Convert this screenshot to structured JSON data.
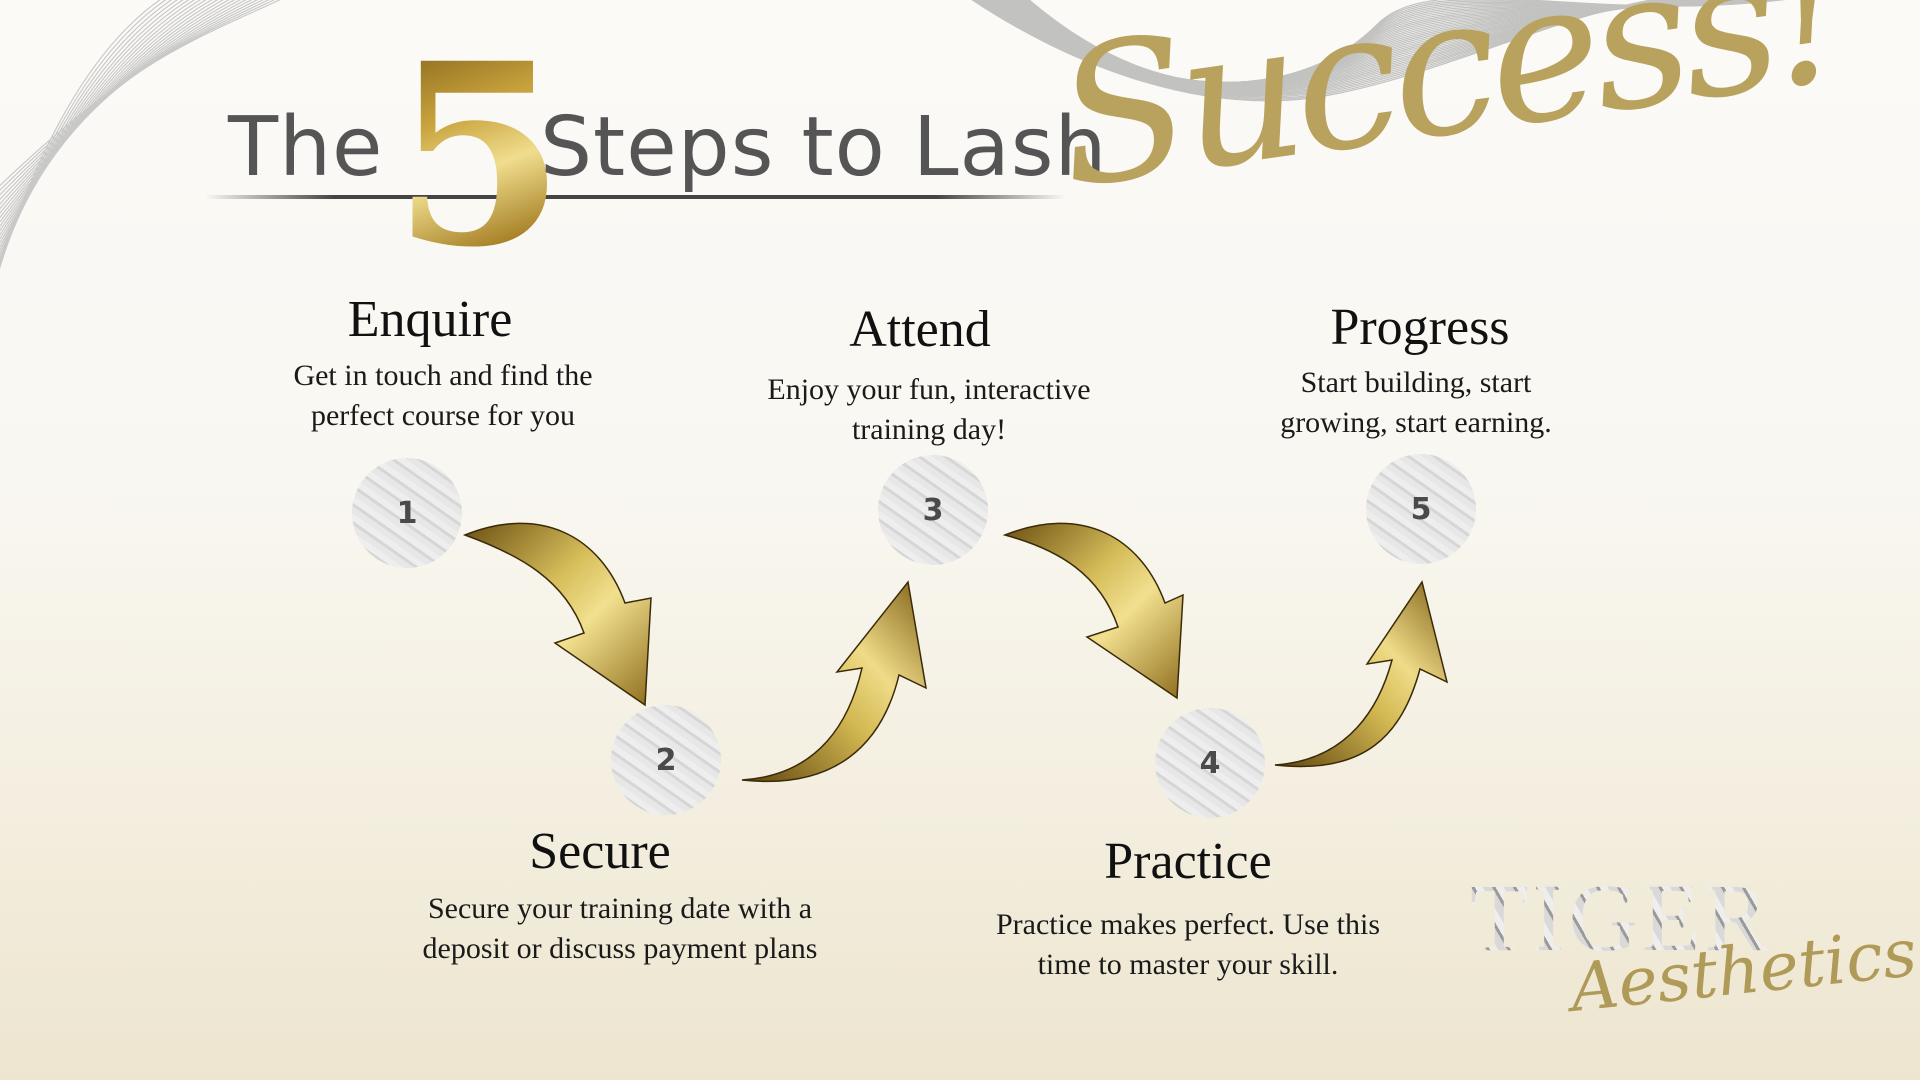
{
  "title": {
    "word_the": "The",
    "number": "5",
    "words_rest": "Steps to Lash",
    "script_word": "Success!"
  },
  "steps": [
    {
      "number": "1",
      "title": "Enquire",
      "desc_line1": "Get in touch and find the",
      "desc_line2": "perfect course for you"
    },
    {
      "number": "2",
      "title": "Secure",
      "desc_line1": "Secure your training date with a",
      "desc_line2": "deposit or discuss payment plans"
    },
    {
      "number": "3",
      "title": "Attend",
      "desc_line1": "Enjoy your fun, interactive",
      "desc_line2": "training day!"
    },
    {
      "number": "4",
      "title": "Practice",
      "desc_line1": "Practice makes perfect. Use this",
      "desc_line2": "time to master your skill."
    },
    {
      "number": "5",
      "title": "Progress",
      "desc_line1": "Start building, start",
      "desc_line2": "growing, start earning."
    }
  ],
  "logo": {
    "main": "TIGER",
    "sub": "Aesthetics"
  },
  "colors": {
    "gold": "#c9a43e",
    "title_gray": "#555555",
    "script_gold": "#b8a25d"
  }
}
